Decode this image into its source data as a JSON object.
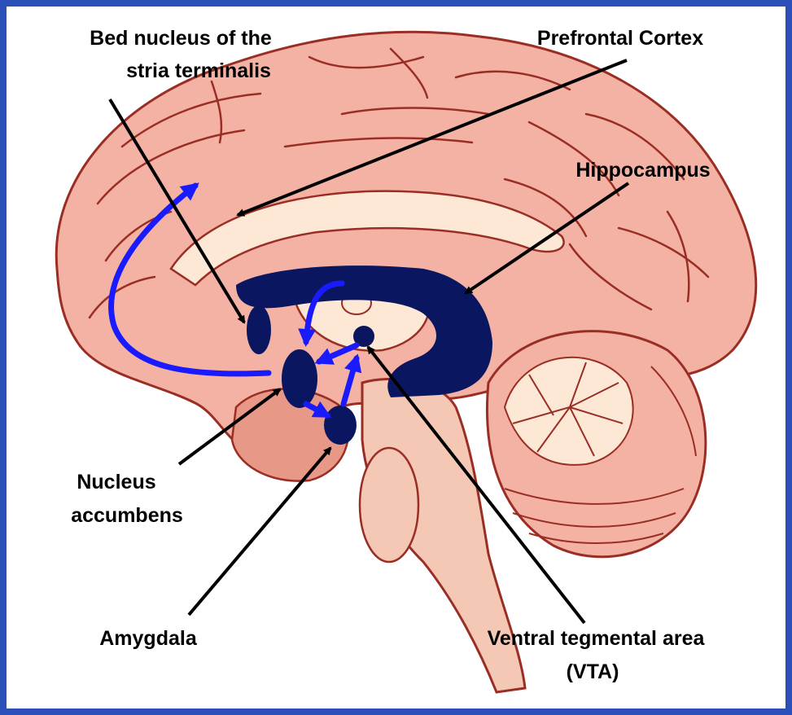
{
  "labels": {
    "bnst_line1": "Bed nucleus of the",
    "bnst_line2": "stria terminalis",
    "prefrontal": "Prefrontal Cortex",
    "hippocampus": "Hippocampus",
    "nucleus_line1": "Nucleus",
    "nucleus_line2": "accumbens",
    "amygdala": "Amygdala",
    "vta_line1": "Ventral tegmental area",
    "vta_line2": "(VTA)"
  },
  "colors": {
    "frame": "#2a4fb8",
    "background": "#ffffff",
    "brain_fill": "#f4b2a4",
    "brain_outline": "#9a2e24",
    "inner_fill": "#fde8d6",
    "structure_fill": "#0a1760",
    "pathway": "#1a1aff",
    "pointer": "#000000"
  }
}
